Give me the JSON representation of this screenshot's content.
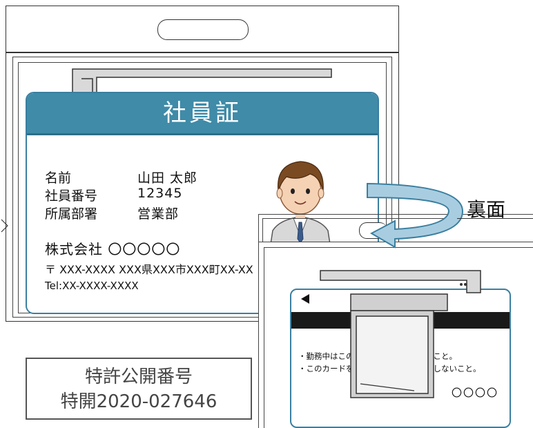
{
  "card": {
    "title": "社員証",
    "rows": [
      {
        "label": "名前",
        "value": "山田 太郎"
      },
      {
        "label": "社員番号",
        "value": "12345"
      },
      {
        "label": "所属部署",
        "value": "営業部"
      }
    ],
    "company": "株式会社 〇〇〇〇〇",
    "address": "〒 XXX-XXXX  XXX県XXX市XXX町XX-XX",
    "tel": "Tel:XX-XXXX-XXXX"
  },
  "back_label": "裏面",
  "back_card": {
    "notes": [
      "・勤務中はこのカードを常時携帯すること。",
      "・このカードを他人に貸与または譲渡しないこと。"
    ],
    "company_tail": "〇〇〇〇"
  },
  "patent": {
    "line1": "特許公開番号",
    "line2": "特開2020-027646"
  },
  "colors": {
    "header": "#3f8ba8",
    "border": "#3a7fa0",
    "arrow": "#7fb4d0"
  }
}
